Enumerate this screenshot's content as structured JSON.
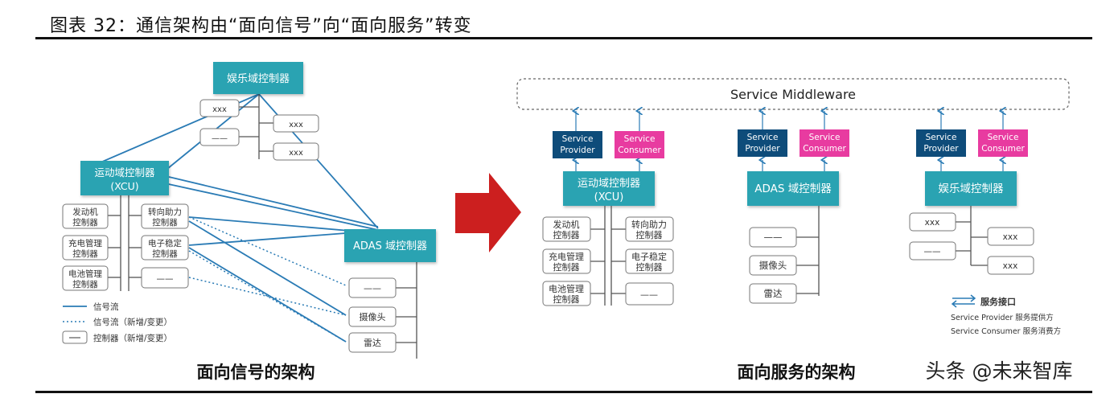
{
  "caption": "图表 32：通信架构由“面向信号”向“面向服务”转变",
  "left": {
    "title": "面向信号的架构",
    "infotainment_domain": "娱乐域控制器",
    "motion_domain_line1": "运动域控制器",
    "motion_domain_line2": "(XCU)",
    "adas_domain": "ADAS 域控制器",
    "xxx": "xxx",
    "dash": "——",
    "engine_l1": "发动机",
    "engine_l2": "控制器",
    "charge_l1": "充电管理",
    "charge_l2": "控制器",
    "battery_l1": "电池管理",
    "battery_l2": "控制器",
    "steer_l1": "转向助力",
    "steer_l2": "控制器",
    "esc_l1": "电子稳定",
    "esc_l2": "控制器",
    "camera": "摄像头",
    "radar": "雷达",
    "legend_signal": "信号流",
    "legend_signal_new": "信号流（新增/变更）",
    "legend_ctrl_new": "控制器（新增/变更）"
  },
  "right": {
    "title": "面向服务的架构",
    "middleware": "Service Middleware",
    "provider_l1": "Service",
    "provider_l2": "Provider",
    "consumer_l1": "Service",
    "consumer_l2": "Consumer",
    "motion_domain_line1": "运动域控制器",
    "motion_domain_line2": "(XCU)",
    "adas_domain": "ADAS 域控制器",
    "infotainment_domain": "娱乐域控制器",
    "xxx": "xxx",
    "dash": "——",
    "engine_l1": "发动机",
    "engine_l2": "控制器",
    "charge_l1": "充电管理",
    "charge_l2": "控制器",
    "battery_l1": "电池管理",
    "battery_l2": "控制器",
    "steer_l1": "转向助力",
    "steer_l2": "控制器",
    "esc_l1": "电子稳定",
    "esc_l2": "控制器",
    "camera": "摄像头",
    "radar": "雷达",
    "legend_service": "服务接口",
    "legend_provider": "Service Provider  服务提供方",
    "legend_consumer": "Service Consumer 服务消费方"
  },
  "watermark": "头条 @未来智库",
  "colors": {
    "teal": "#2aa3b2",
    "navy": "#0e4c7a",
    "magenta": "#e83ba0",
    "link": "#2a7bb5",
    "arrow_red": "#cc1f1f"
  }
}
